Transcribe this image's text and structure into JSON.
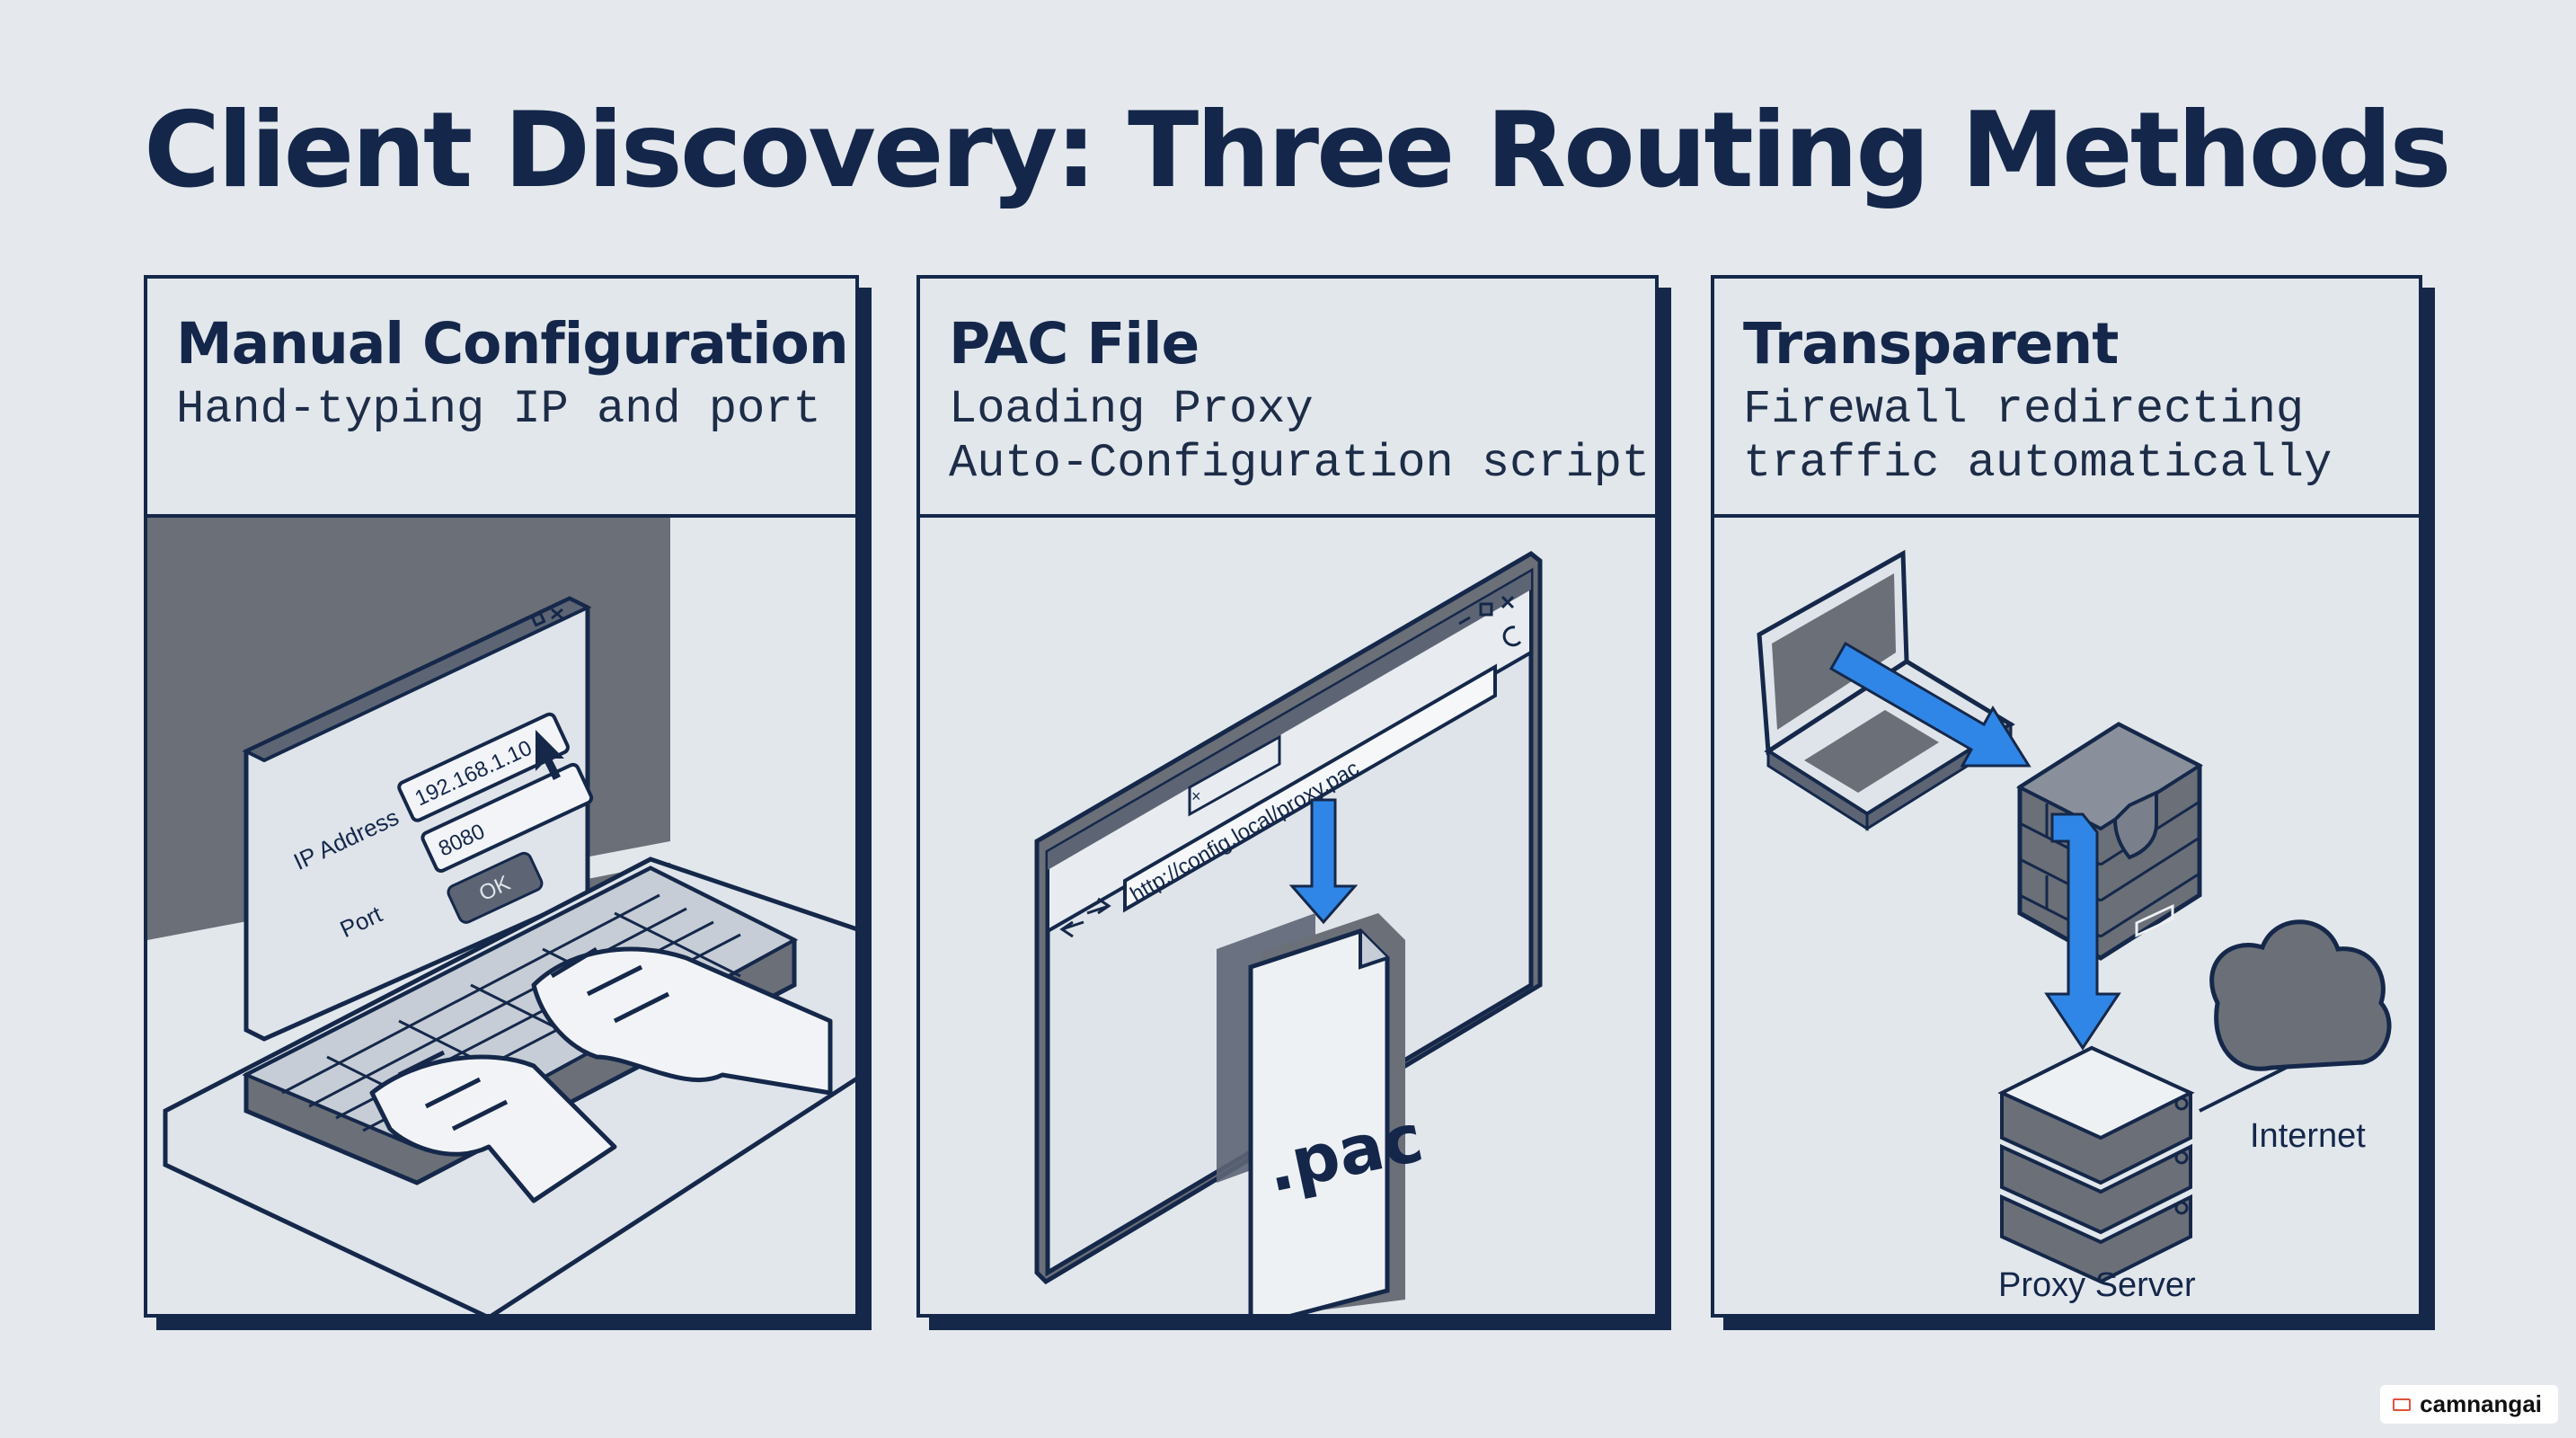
{
  "title": "Client Discovery: Three Routing Methods",
  "panels": [
    {
      "title": "Manual Configuration",
      "description": [
        "Hand-typing IP and port"
      ],
      "dialog": {
        "ip_label": "IP Address",
        "ip_value": "192.168.1.10",
        "port_label": "Port",
        "port_value": "8080",
        "ok_label": "OK"
      }
    },
    {
      "title": "PAC File",
      "description": [
        "Loading Proxy",
        "Auto-Configuration script"
      ],
      "browser": {
        "url": "http://config.local/proxy.pac",
        "tab_close": "×"
      },
      "file_label": ".pac"
    },
    {
      "title": "Transparent",
      "description": [
        "Firewall redirecting",
        "traffic automatically"
      ],
      "internet_label": "Internet",
      "proxy_label": "Proxy Server"
    }
  ],
  "watermark": "camnangai",
  "colors": {
    "navy": "#15284a",
    "accent": "#2f86e6",
    "background": "#e5e9ed",
    "shade": "#5d6575"
  }
}
